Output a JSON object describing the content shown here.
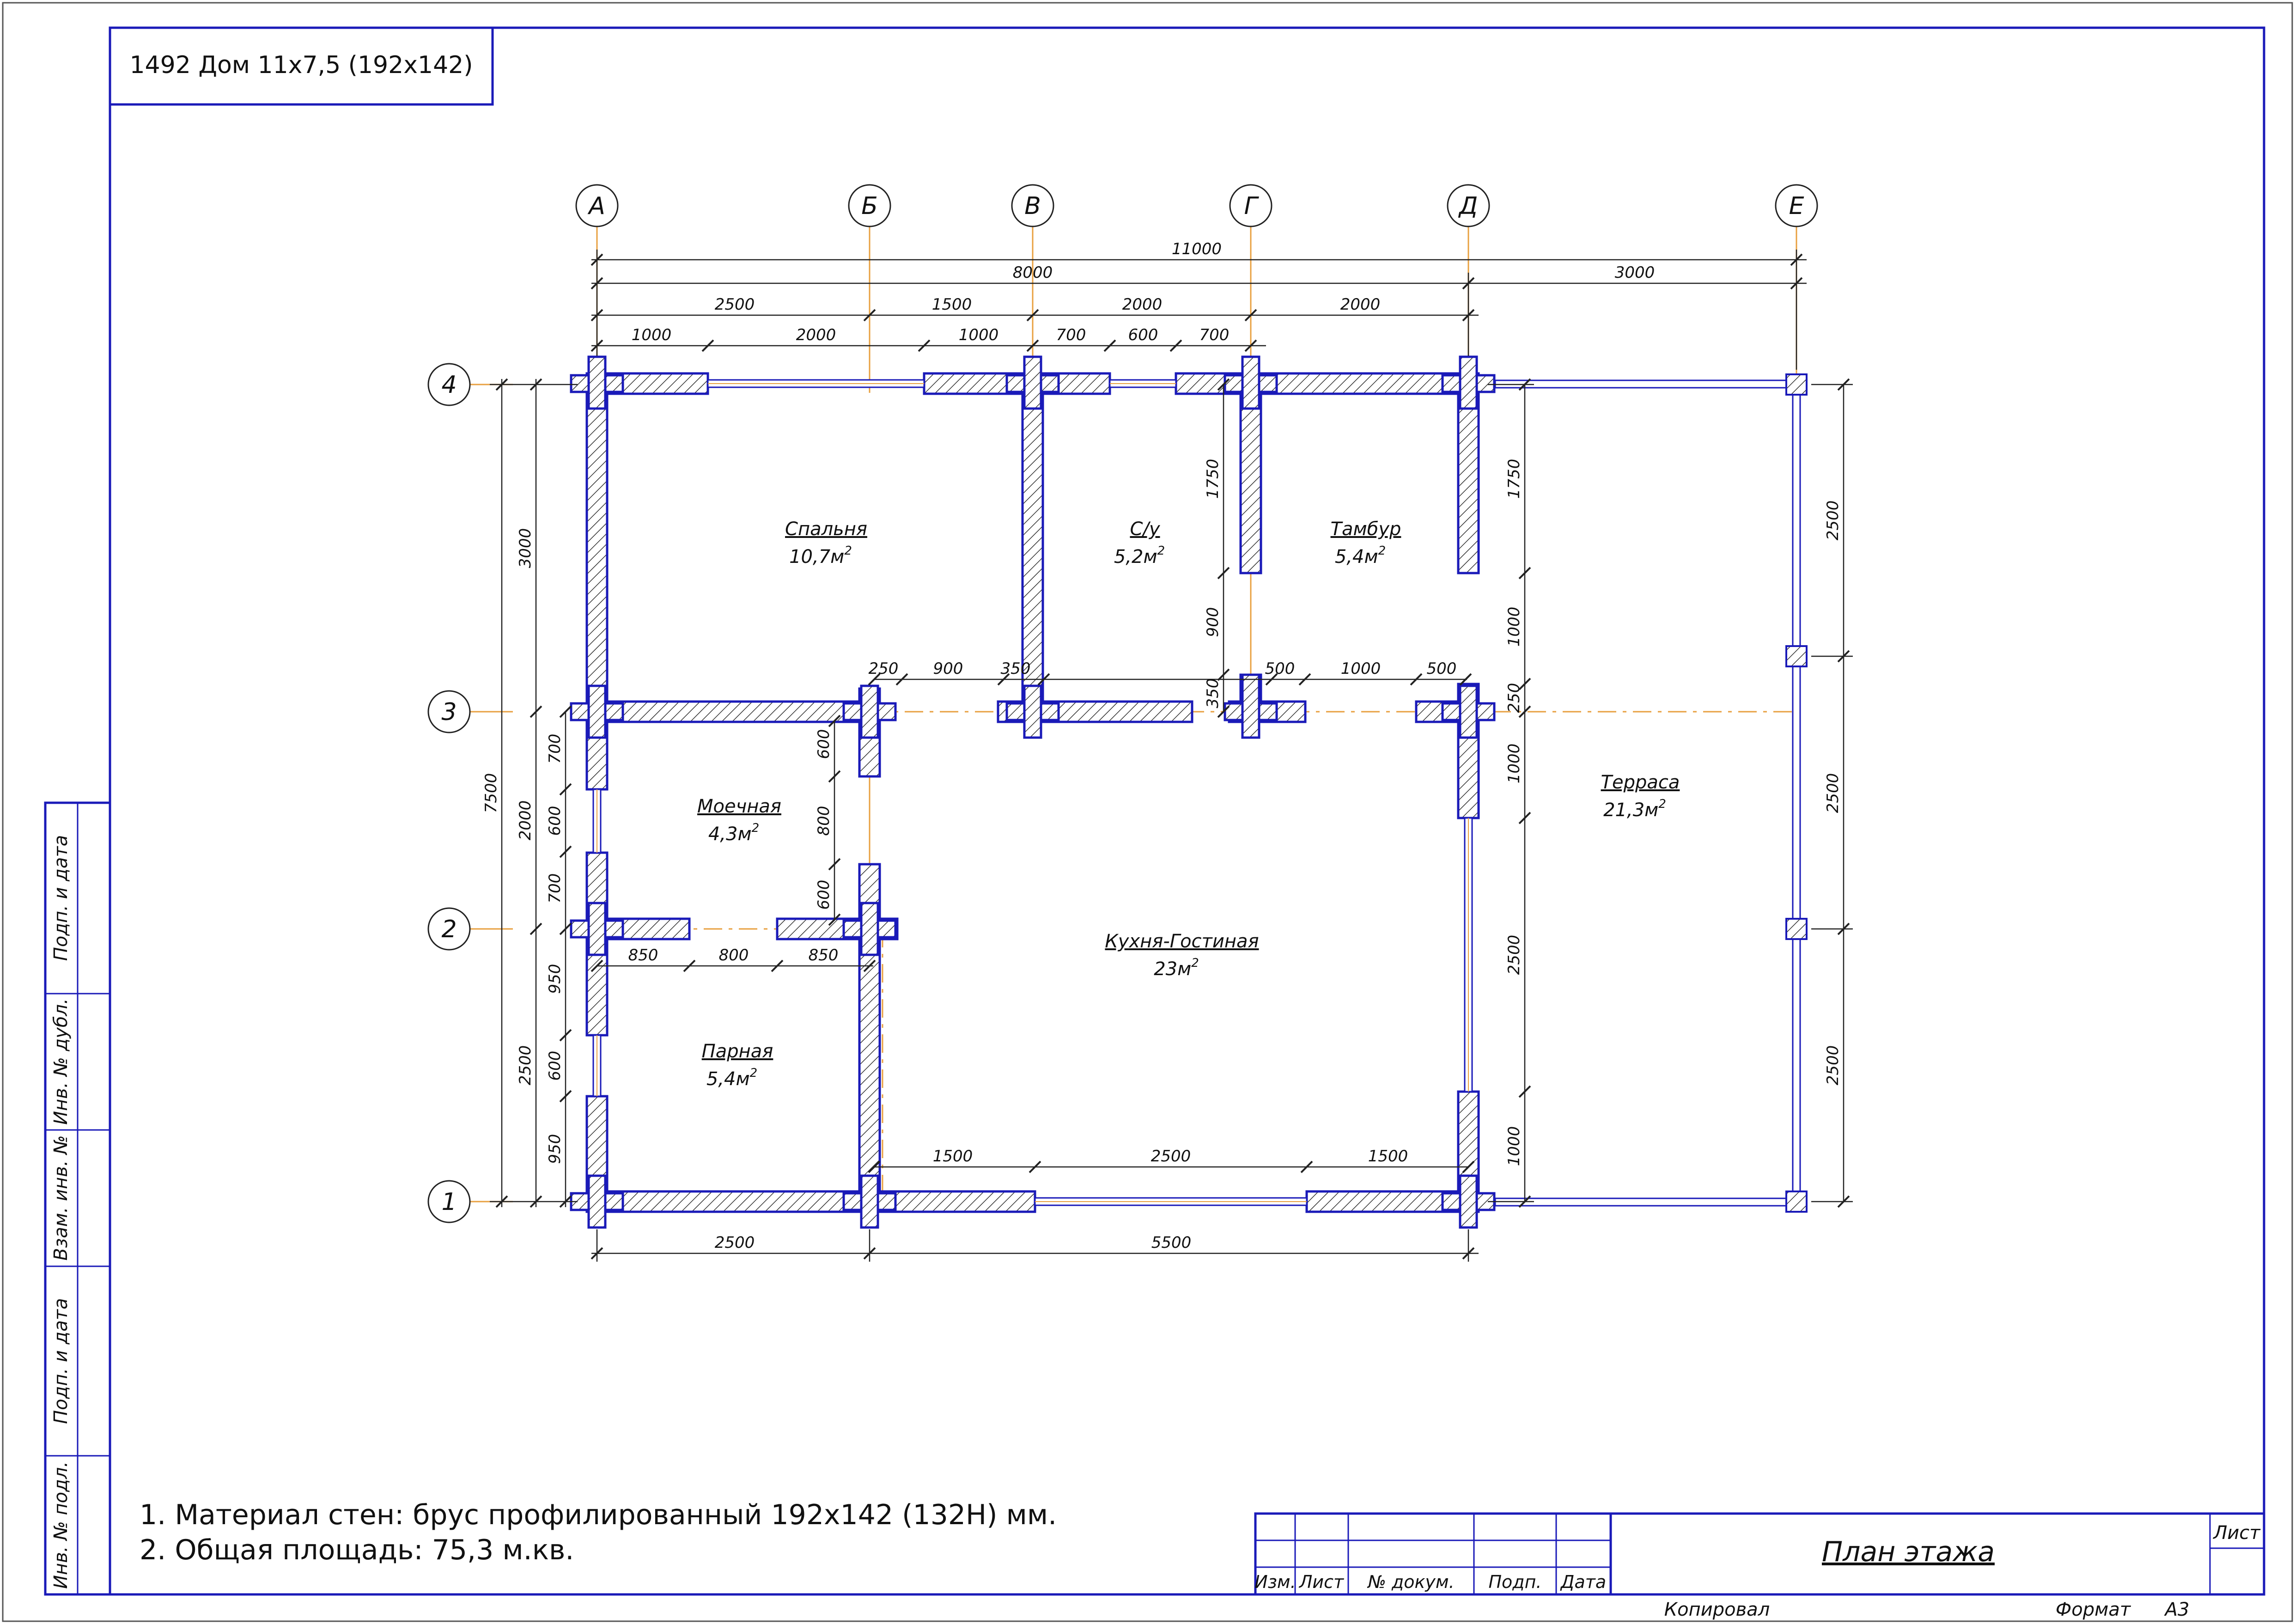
{
  "title_tag": "1492 Дом 11x7,5 (192x142)",
  "axes": {
    "letters": [
      "А",
      "Б",
      "В",
      "Г",
      "Д",
      "Е"
    ],
    "numbers": [
      "4",
      "3",
      "2",
      "1"
    ]
  },
  "dimensions": {
    "top_total": "11000",
    "top_r2": [
      "8000",
      "3000"
    ],
    "top_r3": [
      "2500",
      "1500",
      "2000",
      "2000"
    ],
    "top_r4": [
      "1000",
      "2000",
      "1000",
      "700",
      "600",
      "700"
    ],
    "bottom": [
      "2500",
      "5500"
    ],
    "left_outer": "7500",
    "left_mid": [
      "3000",
      "2000",
      "2500"
    ],
    "left_inner": [
      "700",
      "600",
      "700",
      "950",
      "600",
      "950"
    ],
    "bath_vert": [
      "1750",
      "900",
      "350"
    ],
    "right_walls": [
      "1750",
      "1000",
      "250",
      "1000",
      "2500",
      "1000"
    ],
    "terrace": [
      "2500",
      "2500",
      "2500"
    ],
    "mid_openings": [
      "250",
      "900",
      "350",
      "500",
      "1000",
      "500"
    ],
    "washroom": [
      "600",
      "800",
      "600"
    ],
    "mid_row2": [
      "850",
      "800",
      "850"
    ],
    "bottom_windows": [
      "1500",
      "2500",
      "1500"
    ]
  },
  "rooms": [
    {
      "name": "Спальня",
      "area": "10,7м",
      "sup": "2"
    },
    {
      "name": "С/у",
      "area": "5,2м",
      "sup": "2"
    },
    {
      "name": "Тамбур",
      "area": "5,4м",
      "sup": "2"
    },
    {
      "name": "Моечная",
      "area": "4,3м",
      "sup": "2"
    },
    {
      "name": "Кухня-Гостиная",
      "area": "23м",
      "sup": "2"
    },
    {
      "name": "Парная",
      "area": "5,4м",
      "sup": "2"
    },
    {
      "name": "Терраса",
      "area": "21,3м",
      "sup": "2"
    }
  ],
  "notes": [
    "1. Материал стен: брус профилированный 192x142 (132Н) мм.",
    "2. Общая площадь: 75,3 м.кв."
  ],
  "side_stamps": [
    "Подп. и дата",
    "Инв. № дубл.",
    "Взам. инв. №",
    "Подп. и дата",
    "Инв. № подл."
  ],
  "title_block": {
    "cols": [
      "Изм.",
      "Лист",
      "№ докум.",
      "Подп.",
      "Дата"
    ],
    "sheet_title": "План этажа",
    "sheet_label": "Лист",
    "copied": "Копировал",
    "format_label": "Формат",
    "format_value": "А3"
  },
  "colors": {
    "frame": "#1a1ab8",
    "wall_fill": "#d9d9d9",
    "wall_outline": "#1a1ab8",
    "axis_line": "#e8a040",
    "dimension": "#222222",
    "window": "#e8a040"
  }
}
